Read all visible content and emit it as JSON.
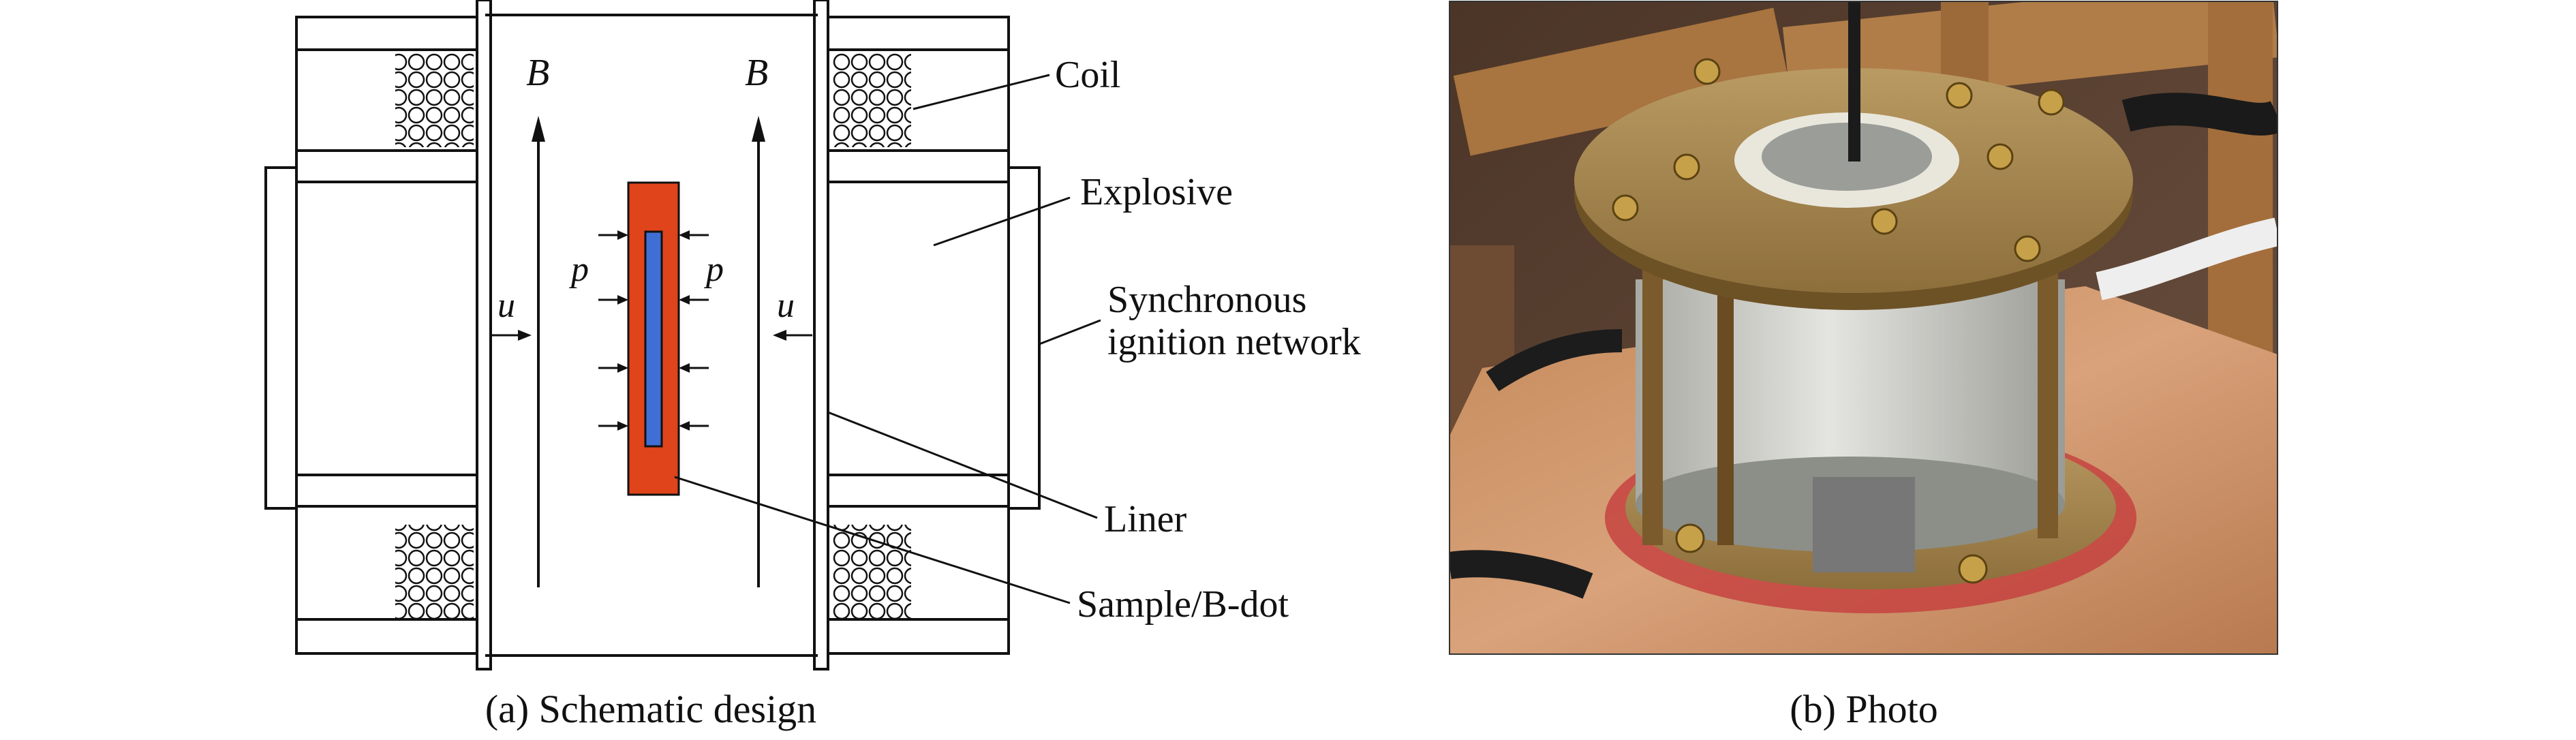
{
  "figure": {
    "schematic": {
      "labels": {
        "B_left": "B",
        "B_right": "B",
        "u_left": "u",
        "u_right": "u",
        "p_left": "p",
        "p_right": "p"
      },
      "callouts": {
        "coil": "Coil",
        "explosive": "Explosive",
        "ignition_line1": "Synchronous",
        "ignition_line2": "ignition network",
        "liner": "Liner",
        "sample": "Sample/B-dot"
      },
      "caption": "(a) Schematic design",
      "colors": {
        "sample_outer": "#e0441b",
        "sample_inner": "#3f6fd4",
        "line": "#111111"
      }
    },
    "photo": {
      "caption": "(b) Photo"
    }
  }
}
